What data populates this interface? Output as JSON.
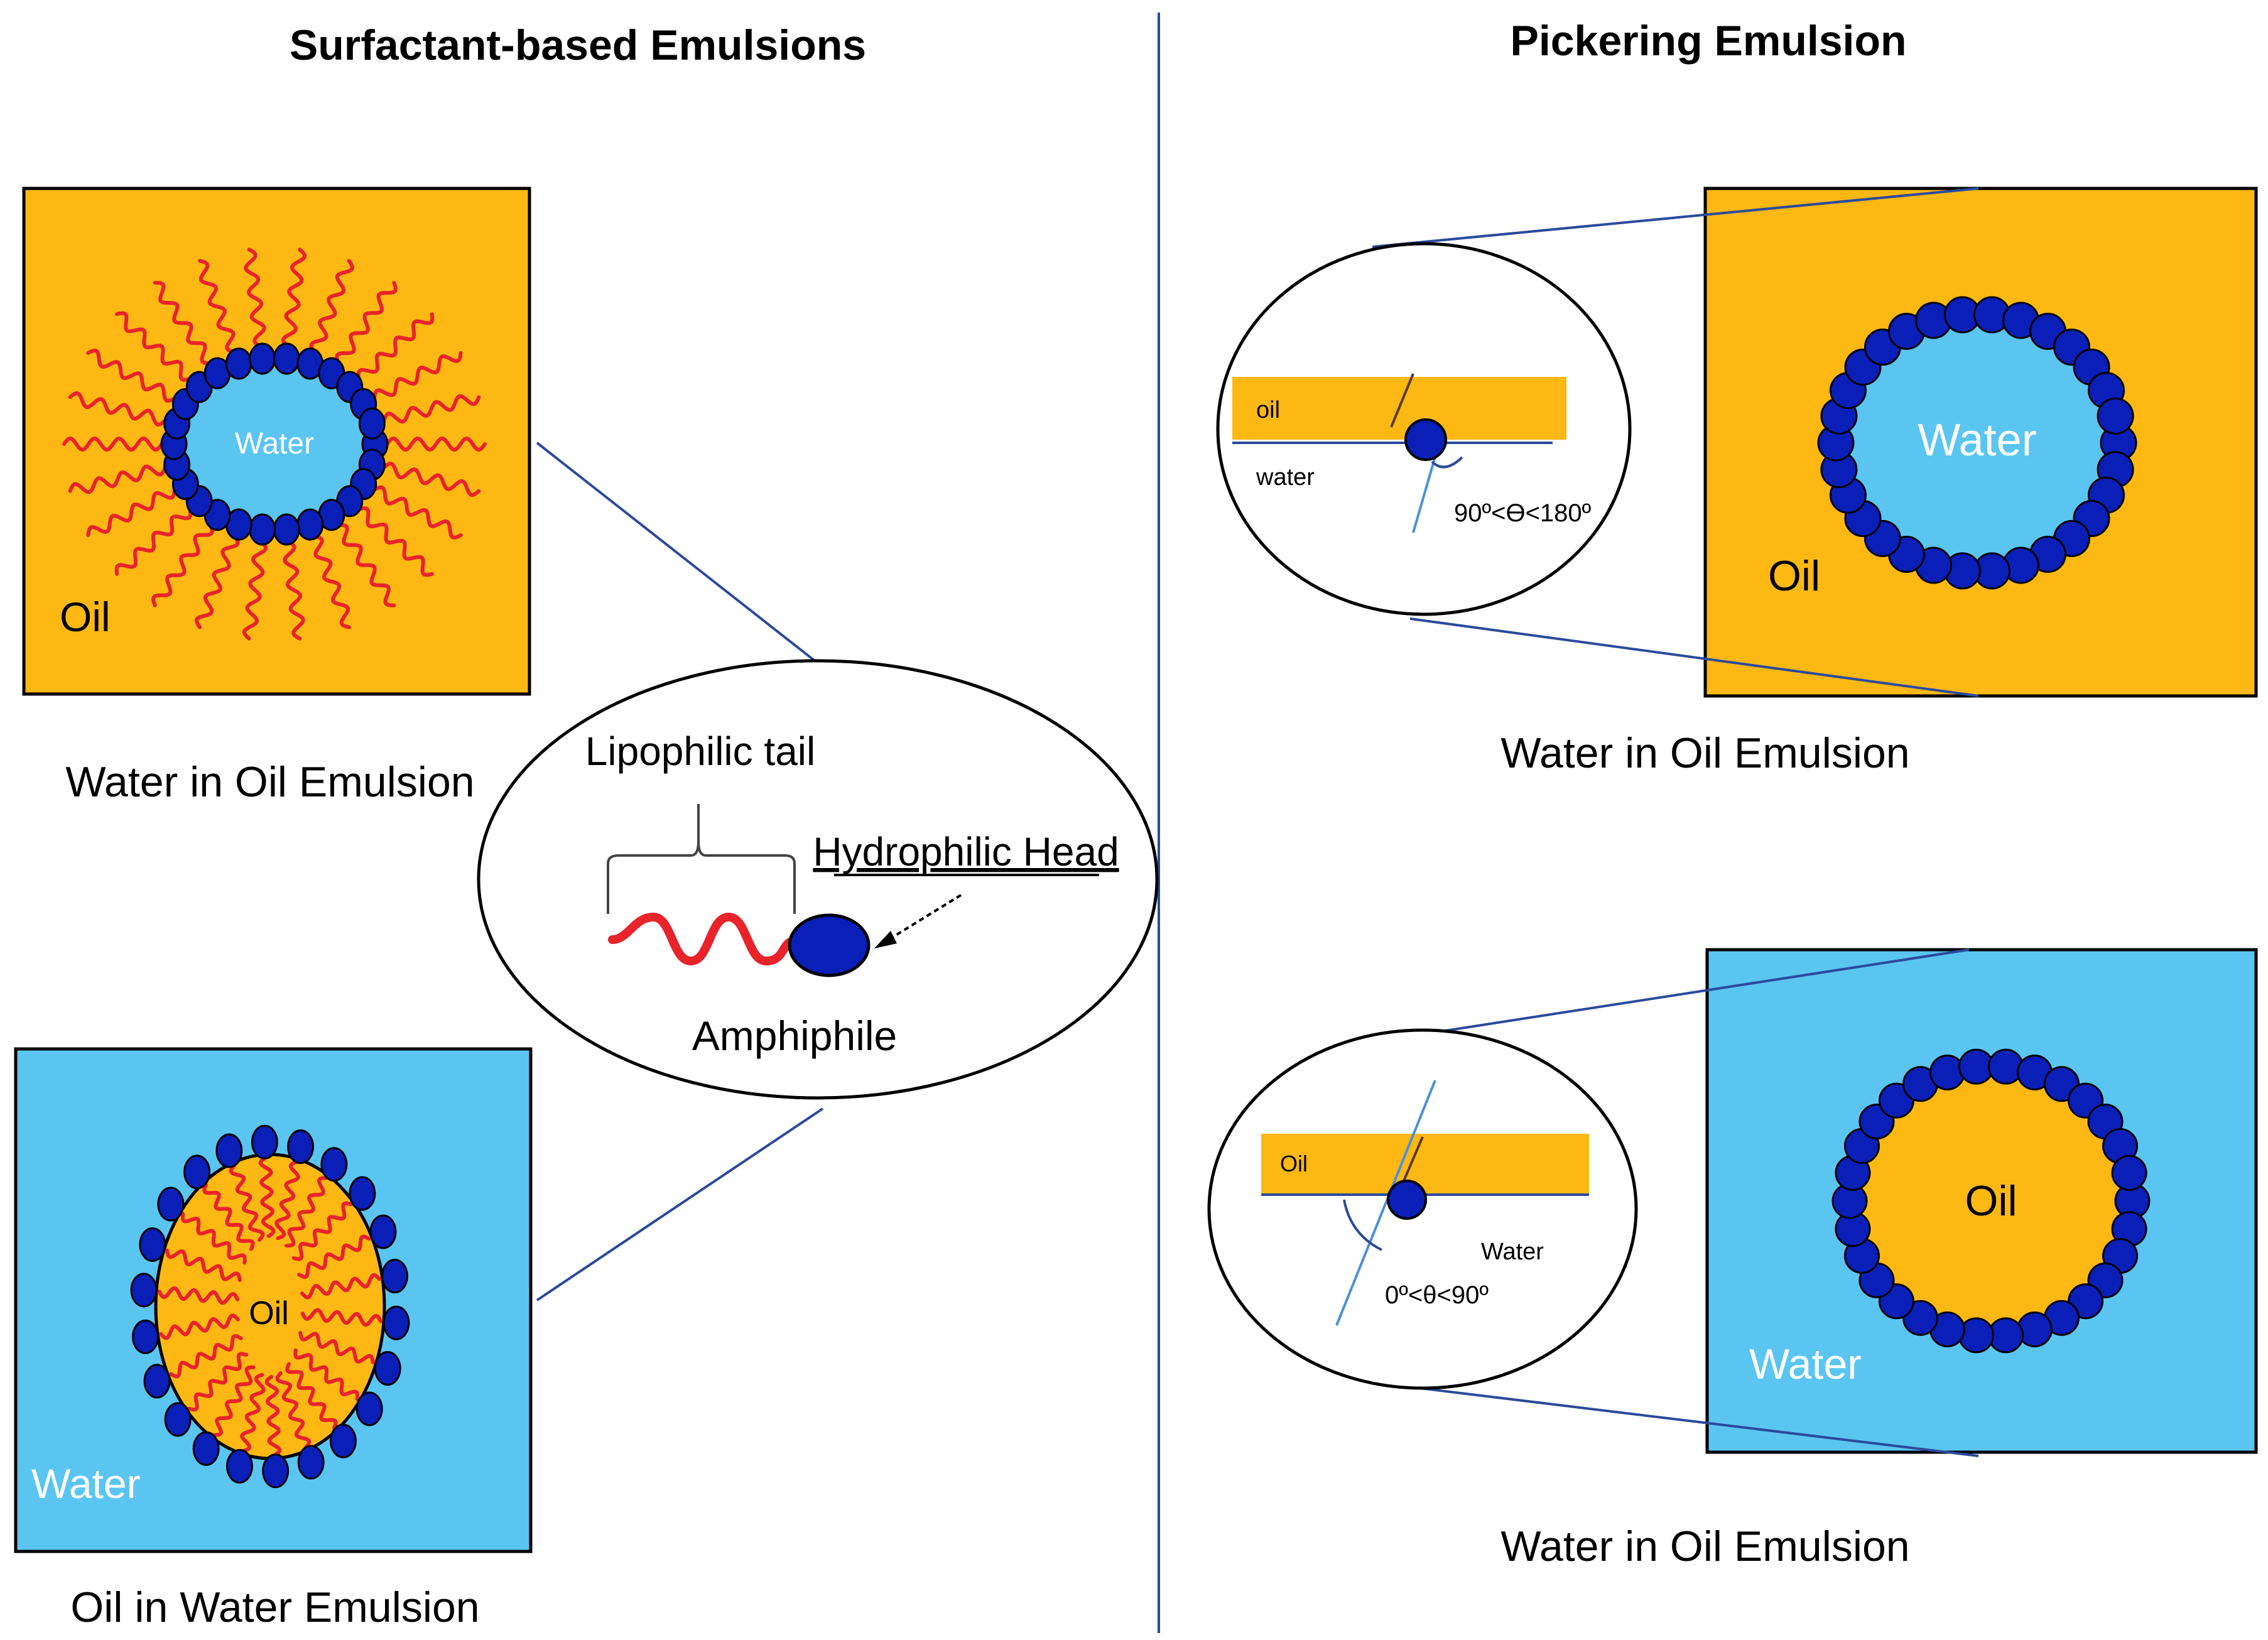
{
  "left_section": {
    "title": "Surfactant-based Emulsions",
    "wo_panel": {
      "inner_label": "Water",
      "outer_label": "Oil",
      "caption": "Water in Oil Emulsion"
    },
    "ow_panel": {
      "inner_label": "Oil",
      "outer_label": "Water",
      "caption": "Oil in Water Emulsion"
    },
    "amphiphile_zoom": {
      "tail_label": "Lipophilic tail",
      "head_label": "Hydrophilic Head",
      "name_label": "Amphiphile"
    }
  },
  "right_section": {
    "title": "Pickering Emulsion",
    "top_zoom": {
      "oil_label": "oil",
      "water_label": "water",
      "angle_label": "90º<Ɵ<180º"
    },
    "top_panel": {
      "inner_label": "Water",
      "outer_label": "Oil",
      "caption": "Water in Oil Emulsion"
    },
    "bottom_zoom": {
      "oil_label": "Oil",
      "water_label": "Water",
      "angle_label": "0º<θ<90º"
    },
    "bottom_panel": {
      "inner_label": "Oil",
      "outer_label": "Water",
      "caption": "Water in Oil Emulsion"
    }
  },
  "colors": {
    "oil": "#FDB813",
    "water": "#5BC5F2",
    "particle": "#0A1FB8",
    "tail": "#E8232A",
    "line": "#2B4A9C"
  }
}
